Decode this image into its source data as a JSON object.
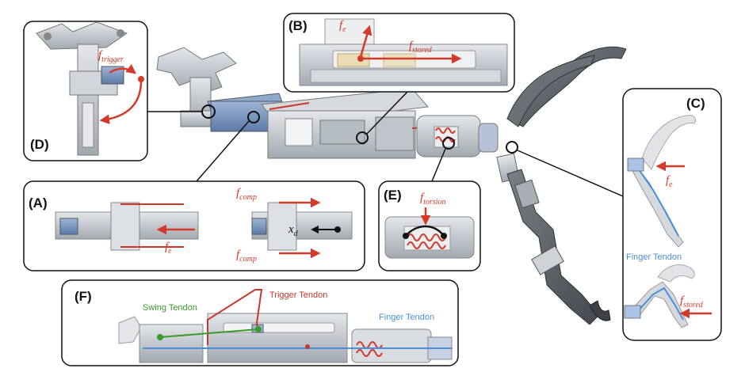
{
  "colors": {
    "force": "#d43a2a",
    "swing_tendon": "#3a9a2a",
    "trigger_tendon": "#c8372b",
    "finger_tendon": "#4a90d9",
    "metal": "#c9cdd3",
    "metal_dark": "#8f949b",
    "blue_part": "#6f8fb8",
    "finger_dark": "#5c6066"
  },
  "panels": {
    "A": {
      "label": "(A)",
      "f_e": "f",
      "f_e_sub": "e",
      "f_comp_top": "f",
      "f_comp_top_sub": "comp",
      "f_comp_bottom": "f",
      "f_comp_bottom_sub": "comp",
      "x_d": "x",
      "x_d_sub": "d"
    },
    "B": {
      "label": "(B)",
      "f_e": "f",
      "f_e_sub": "e",
      "f_stored": "f",
      "f_stored_sub": "stored"
    },
    "C": {
      "label": "(C)",
      "f_e": "f",
      "f_e_sub": "e",
      "f_stored": "f",
      "f_stored_sub": "stored",
      "finger_tendon": "Finger Tendon"
    },
    "D": {
      "label": "(D)",
      "f_trigger": "f",
      "f_trigger_sub": "trigger"
    },
    "E": {
      "label": "(E)",
      "f_torsion": "f",
      "f_torsion_sub": "torsion"
    },
    "F": {
      "label": "(F)",
      "swing_tendon": "Swing Tendon",
      "trigger_tendon": "Trigger Tendon",
      "finger_tendon": "Finger Tendon"
    }
  }
}
